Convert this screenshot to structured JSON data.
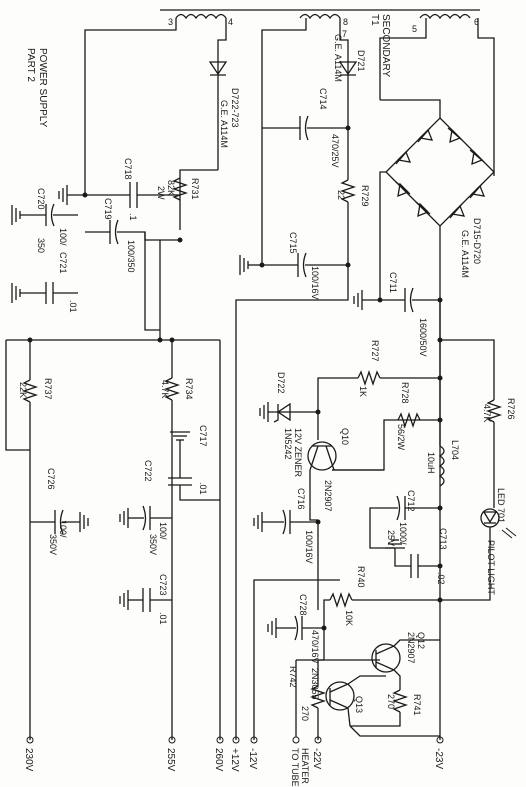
{
  "title": {
    "line1": "POWER SUPPLY",
    "line2": "PART 2"
  },
  "transformer": {
    "label": "T1",
    "label2": "SECONDARY",
    "pins": [
      "3",
      "4",
      "8",
      "7",
      "5",
      "6"
    ]
  },
  "diodes": {
    "d722": "D722-723",
    "d722_type": "G.E. A114M",
    "d721": "D721",
    "d721_type": "G.E. A114M",
    "d715": "D715-D720",
    "d715_type": "G.E. A114M",
    "d722b": "D722",
    "zener": "1N5242",
    "zener_desc": "12V ZENER"
  },
  "capacitors": {
    "c718": "C718",
    "c718_v": ".1",
    "c719": "C719",
    "c719_v": "100/350",
    "c720": "C720",
    "c720_v": "100/",
    "c721": "C721",
    "c721_v": "350",
    "c721_v2": ".01",
    "c714": "C714",
    "c714_v": "470/25V",
    "c715": "C715",
    "c715_v": "100/16V",
    "c711": "C711",
    "c711_v": "1600/50V",
    "c716": "C716",
    "c716_v": "100/16V",
    "c712": "C712",
    "c712_v": "1000/",
    "c712_v2": "25V",
    "c713": "C713",
    "c713_v": ".02",
    "c717": "C717",
    "c717_v": ".01",
    "c722": "C722",
    "c722_v": "100/",
    "c722_v2": "350V",
    "c723": "C723",
    "c723_v": ".01",
    "c726": "C726",
    "c726_v": "100/",
    "c726_v2": "350V",
    "c728": "C728",
    "c728_v": "470/16V"
  },
  "resistors": {
    "r731": "R731",
    "r731_v": "82K",
    "r731_v2": "2W",
    "r729": "R729",
    "r729_v": "22",
    "r737": "R737",
    "r737_v": "22K",
    "r734": "R734",
    "r734_v": "4.7K",
    "r727": "R727",
    "r727_v": "1K",
    "r728": "R728",
    "r728_v": "56/2W",
    "r726": "R726",
    "r726_v": "4.7K",
    "r740": "R740",
    "r740_v": "10K",
    "r741": "R741",
    "r741_v": "270",
    "r742": "R742",
    "r742_v": "270"
  },
  "inductor": {
    "label": "L704",
    "value": "10uH"
  },
  "transistors": {
    "q10": "Q10",
    "q10_type": "2N2907",
    "q12": "Q12",
    "q12_type": "2N2907",
    "q13": "Q13",
    "q13_type": "2N3055"
  },
  "led": {
    "label": "LED 701",
    "desc": "PILOT LIGHT"
  },
  "outputs": {
    "o230": "230V",
    "o255": "255V",
    "o260": "260V",
    "p12": "+12V",
    "m12": "-12V",
    "heater1": "TO TUBE",
    "heater2": "HEATER",
    "m22": "-22V",
    "m23": "-23V"
  }
}
